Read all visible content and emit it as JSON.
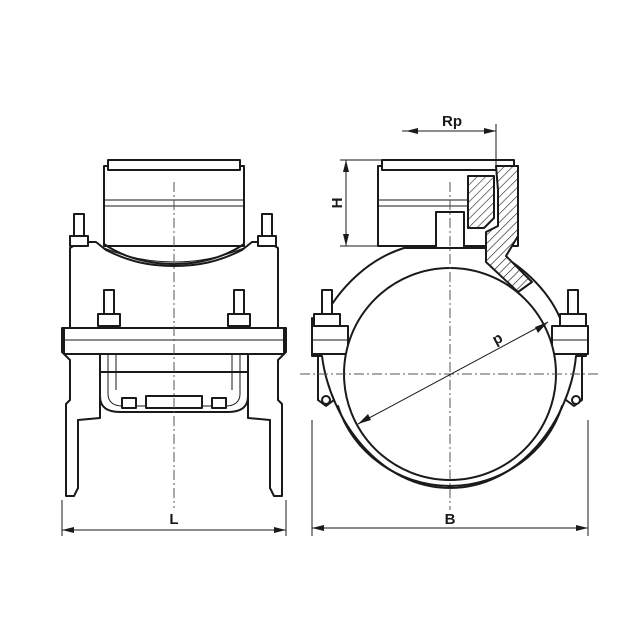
{
  "dimensions": {
    "length_label": "L",
    "width_label": "B",
    "height_label": "H",
    "thread_label": "Rp",
    "diameter_label": "d"
  }
}
